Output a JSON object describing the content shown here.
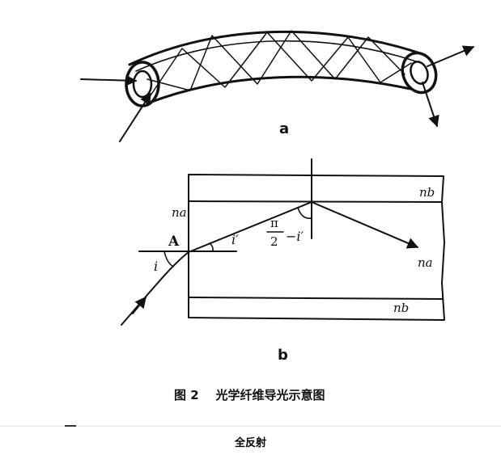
{
  "figure": {
    "part_a_label": "a",
    "part_b_label": "b",
    "caption": "图 2    光学纤维导光示意图",
    "labels": {
      "n_b_top": "nb",
      "n_a": "na",
      "point_A": "A",
      "angle_i": "i",
      "angle_i_prime": "i′",
      "pi": "π",
      "two": "2",
      "minus_i_prime": "−i′",
      "n_a_ray": "na",
      "n_b_bottom": "nb"
    }
  },
  "footer": {
    "text": "全反射"
  }
}
